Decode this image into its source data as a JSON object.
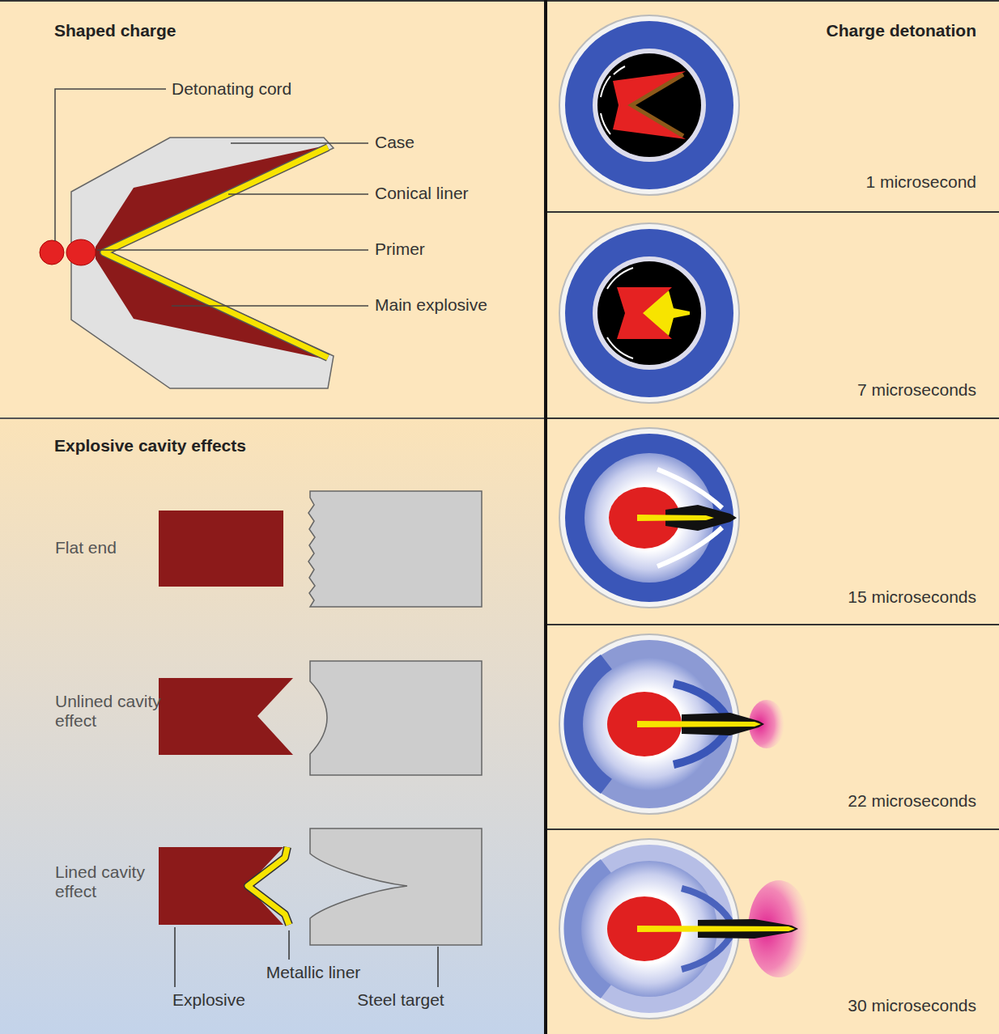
{
  "diagram": {
    "nodes": [
      {
        "text": [
          "Shaped charge"
        ]
      },
      {
        "text": [
          "Charge detonation",
          "1 microsecond"
        ]
      },
      {
        "text": [
          "7 microseconds"
        ]
      },
      {
        "text": [
          "Explosive cavity effects"
        ]
      },
      {
        "text": [
          "15 microseconds"
        ]
      },
      {
        "text": [
          "22 microseconds"
        ]
      },
      {
        "text": [
          "30 microseconds"
        ]
      }
    ],
    "labels": [
      "Detonating cord",
      "Case",
      "Conical liner",
      "Primer",
      "Main explosive",
      "Flat end",
      "Unlined cavity effect",
      "Lined cavity effect",
      "Metallic liner",
      "Explosive",
      "Steel target"
    ]
  }
}
